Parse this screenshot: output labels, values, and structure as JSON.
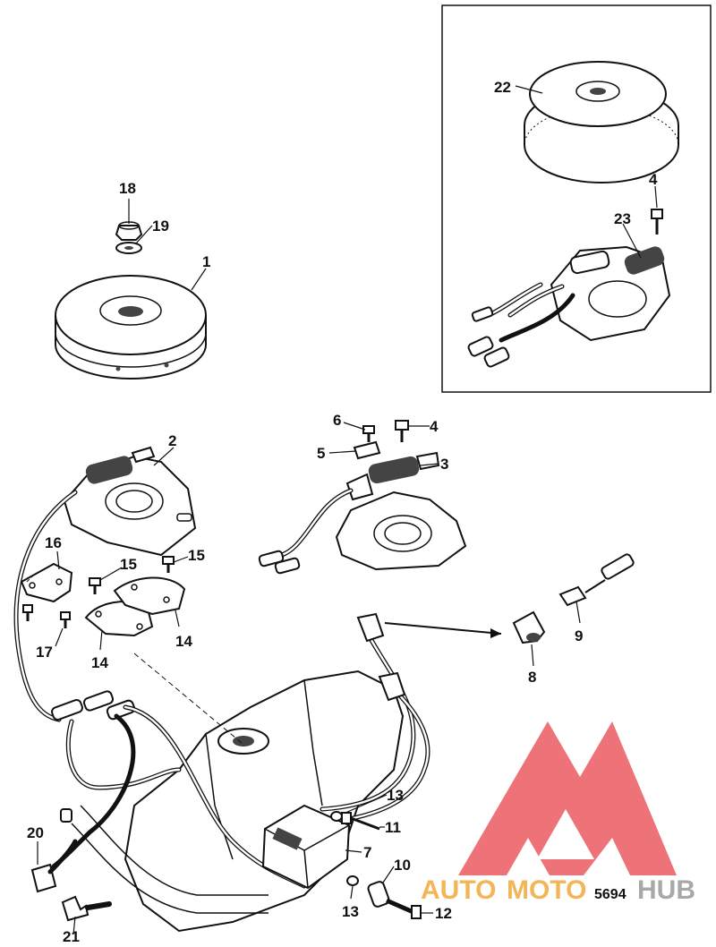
{
  "labels": {
    "l1": "1",
    "l2": "2",
    "l3": "3",
    "l4a": "4",
    "l4b": "4",
    "l5": "5",
    "l6": "6",
    "l7": "7",
    "l8": "8",
    "l9": "9",
    "l10": "10",
    "l11": "11",
    "l12": "12",
    "l13a": "13",
    "l13b": "13",
    "l14a": "14",
    "l14b": "14",
    "l15a": "15",
    "l15b": "15",
    "l16": "16",
    "l17": "17",
    "l18": "18",
    "l19": "19",
    "l20": "20",
    "l21": "21",
    "l22": "22",
    "l23": "23"
  },
  "figure_code": "5694",
  "watermark": {
    "part1": "AUTO",
    "part2": "MOTO",
    "part3": "HUB"
  },
  "colors": {
    "watermark_red": "#e8494f",
    "watermark_orange": "#f2a93b",
    "watermark_grey": "#9a9a9a",
    "line": "#111111"
  }
}
